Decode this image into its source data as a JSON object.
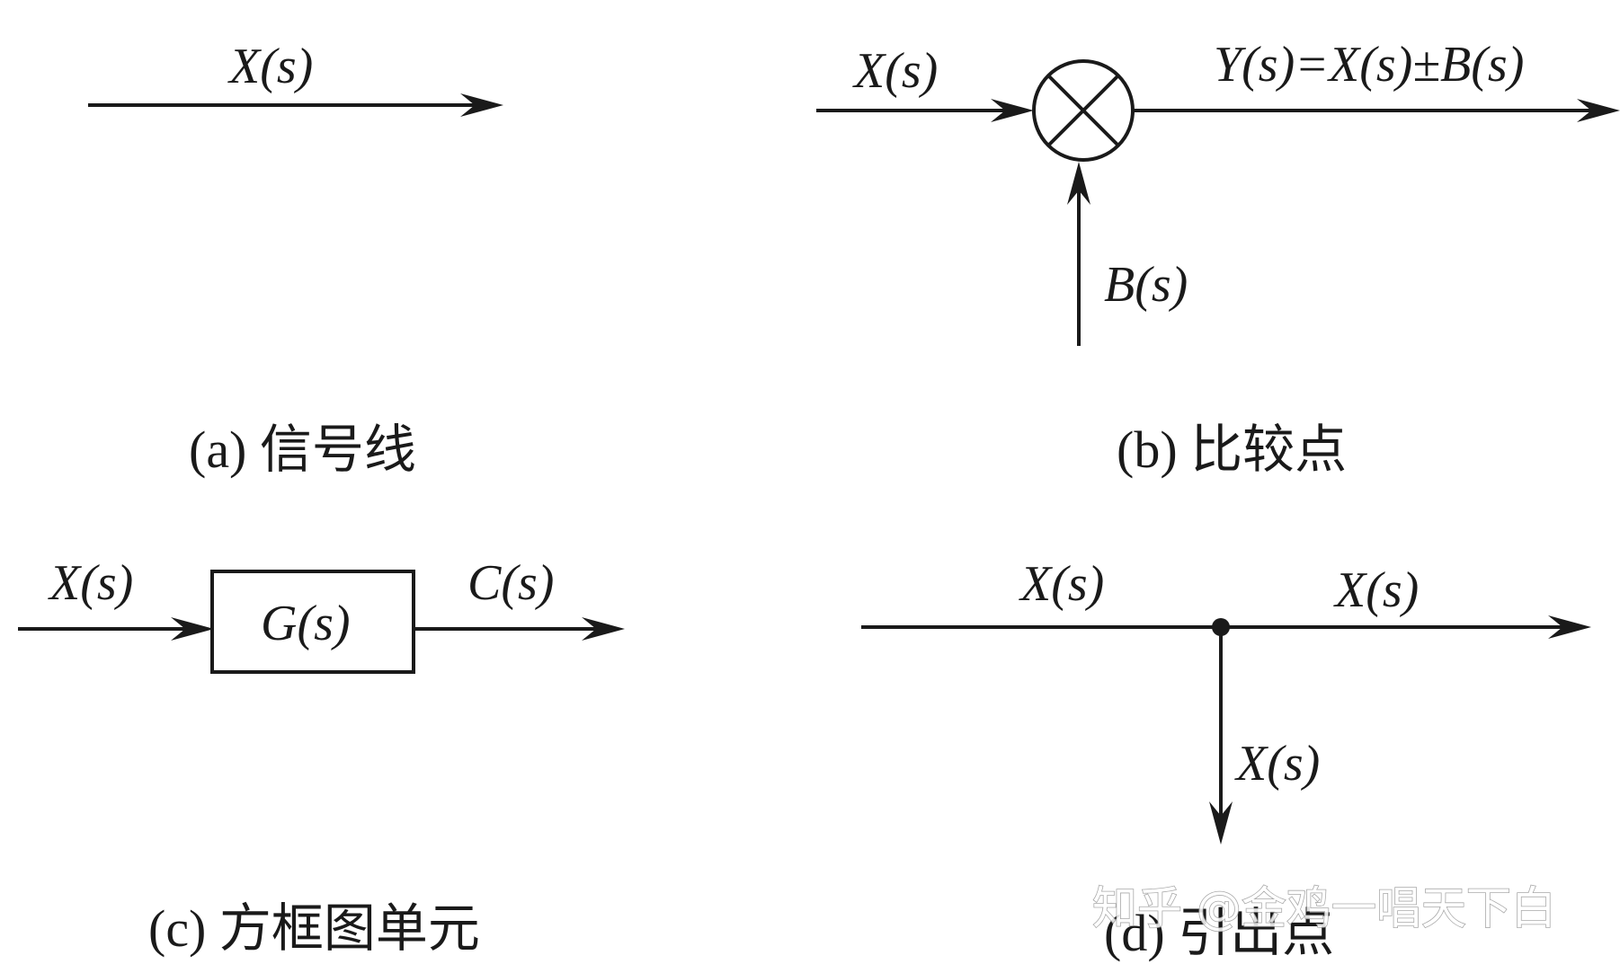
{
  "colors": {
    "ink": "#1a1a1a",
    "background": "#ffffff",
    "watermark_outline": "#9a9a9a"
  },
  "panel_a": {
    "signal_label": "X(s)",
    "caption": "(a) 信号线"
  },
  "panel_b": {
    "input_label": "X(s)",
    "output_label": "Y(s)=X(s)±B(s)",
    "feedback_label": "B(s)",
    "caption": "(b) 比较点"
  },
  "panel_c": {
    "input_label": "X(s)",
    "block_label": "G(s)",
    "output_label": "C(s)",
    "caption": "(c) 方框图单元"
  },
  "panel_d": {
    "input_label": "X(s)",
    "output_label": "X(s)",
    "branch_label": "X(s)",
    "caption": "(d) 引出点"
  },
  "watermark": "知乎 @金鸡一唱天下白"
}
